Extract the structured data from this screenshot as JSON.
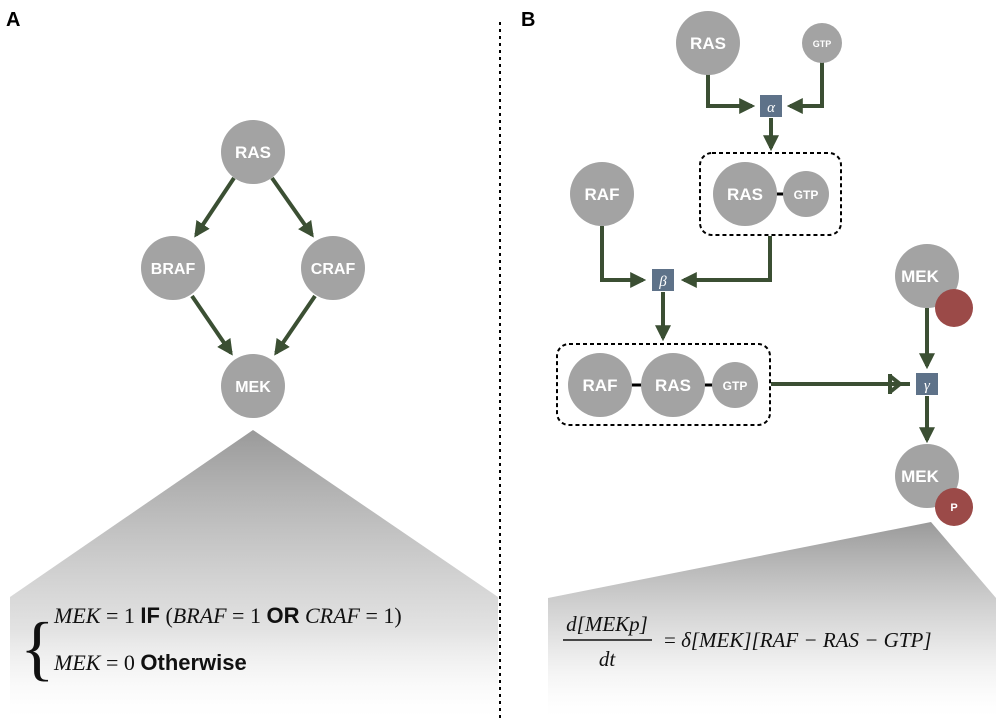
{
  "panels": {
    "a_label": "A",
    "b_label": "B"
  },
  "panel_a": {
    "nodes": {
      "ras": "RAS",
      "braf": "BRAF",
      "craf": "CRAF",
      "mek": "MEK"
    },
    "formula": {
      "line1": {
        "lhs": "MEK",
        "eq1": " = 1 ",
        "if": "IF",
        "open": " (",
        "braf": "BRAF",
        "eq2": " = 1 ",
        "or": "OR",
        "craf": " CRAF",
        "close": " = 1)"
      },
      "line2": {
        "lhs": "MEK",
        "eq": " = 0 ",
        "otherwise": "Otherwise"
      }
    }
  },
  "panel_b": {
    "nodes": {
      "ras_top": "RAS",
      "gtp_top": "GTP",
      "ras_complex": "RAS",
      "gtp_complex": "GTP",
      "raf": "RAF",
      "mek_top": "MEK",
      "raf_c": "RAF",
      "ras_c": "RAS",
      "gtp_c": "GTP",
      "mek_bottom": "MEK",
      "p_badge": "P"
    },
    "reactions": {
      "alpha": "α",
      "beta": "β",
      "gamma": "γ"
    },
    "equation": {
      "numerator": "d[MEKp]",
      "denominator": "dt",
      "rhs_eq": "= ",
      "rhs": "δ[MEK][RAF − RAS − GTP]"
    }
  },
  "colors": {
    "node": "#a3a3a3",
    "edge": "#3b4f33",
    "reaction_box": "#5e7289",
    "phospho": "#9b4a48"
  }
}
